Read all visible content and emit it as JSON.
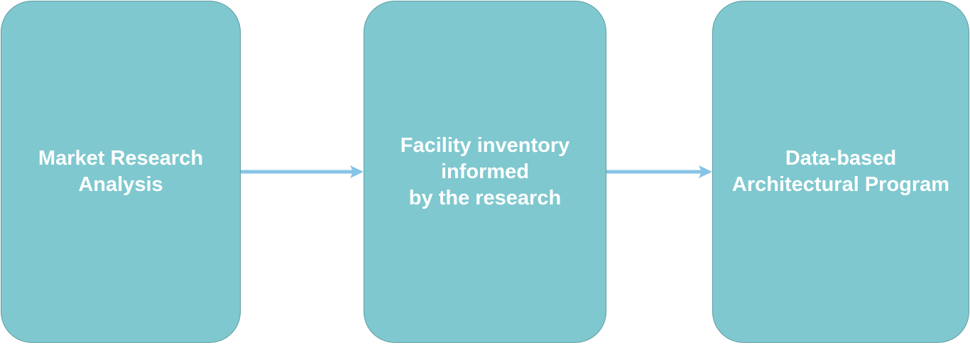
{
  "diagram": {
    "colors": {
      "box_fill": "#7fc8cf",
      "box_border": "#5e9ca2",
      "text": "#ffffff",
      "arrow": "#86c4e6"
    },
    "steps": [
      {
        "label": "Market Research\nAnalysis"
      },
      {
        "label": "Facility inventory\ninformed\nby the research"
      },
      {
        "label": "Data-based\nArchitectural Program"
      }
    ],
    "connectors": [
      {
        "from": 0,
        "to": 1
      },
      {
        "from": 1,
        "to": 2
      }
    ]
  }
}
